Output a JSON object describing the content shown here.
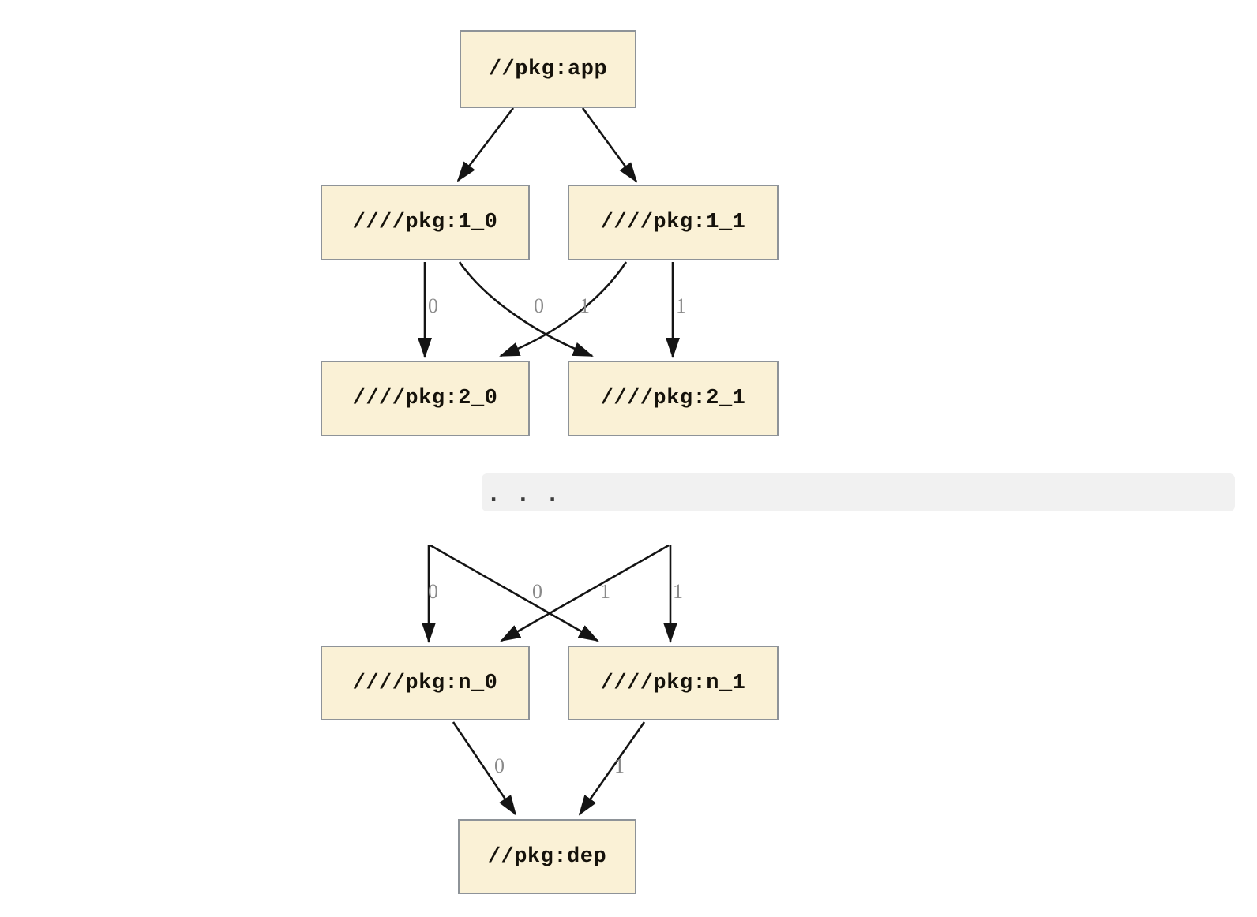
{
  "diagram": {
    "type": "dependency-graph",
    "nodes": [
      {
        "id": "app",
        "label": "//pkg:app"
      },
      {
        "id": "1_0",
        "label": "////pkg:1_0"
      },
      {
        "id": "1_1",
        "label": "////pkg:1_1"
      },
      {
        "id": "2_0",
        "label": "////pkg:2_0"
      },
      {
        "id": "2_1",
        "label": "////pkg:2_1"
      },
      {
        "id": "n_0",
        "label": "////pkg:n_0"
      },
      {
        "id": "n_1",
        "label": "////pkg:n_1"
      },
      {
        "id": "dep",
        "label": "//pkg:dep"
      }
    ],
    "edges": [
      {
        "from": "//pkg:app",
        "to": "////pkg:1_0",
        "label": ""
      },
      {
        "from": "//pkg:app",
        "to": "////pkg:1_1",
        "label": ""
      },
      {
        "from": "////pkg:1_0",
        "to": "////pkg:2_0",
        "label": "0"
      },
      {
        "from": "////pkg:1_1",
        "to": "////pkg:2_0",
        "label": "0"
      },
      {
        "from": "////pkg:1_0",
        "to": "////pkg:2_1",
        "label": "1"
      },
      {
        "from": "////pkg:1_1",
        "to": "////pkg:2_1",
        "label": "1"
      },
      {
        "from": "...",
        "to": "////pkg:n_0",
        "label": "0"
      },
      {
        "from": "...",
        "to": "////pkg:n_0",
        "label": "0"
      },
      {
        "from": "...",
        "to": "////pkg:n_1",
        "label": "1"
      },
      {
        "from": "...",
        "to": "////pkg:n_1",
        "label": "1"
      },
      {
        "from": "////pkg:n_0",
        "to": "//pkg:dep",
        "label": "0"
      },
      {
        "from": "////pkg:n_1",
        "to": "//pkg:dep",
        "label": "1"
      }
    ],
    "ellipsis_block": {
      "text": "..."
    },
    "colors": {
      "node_fill": "#faf1d6",
      "node_border": "#8e9398",
      "edge": "#141414",
      "edge_label": "#8a8a8a",
      "ellipsis_background": "#f1f1f1",
      "page_background": "#ffffff"
    }
  }
}
